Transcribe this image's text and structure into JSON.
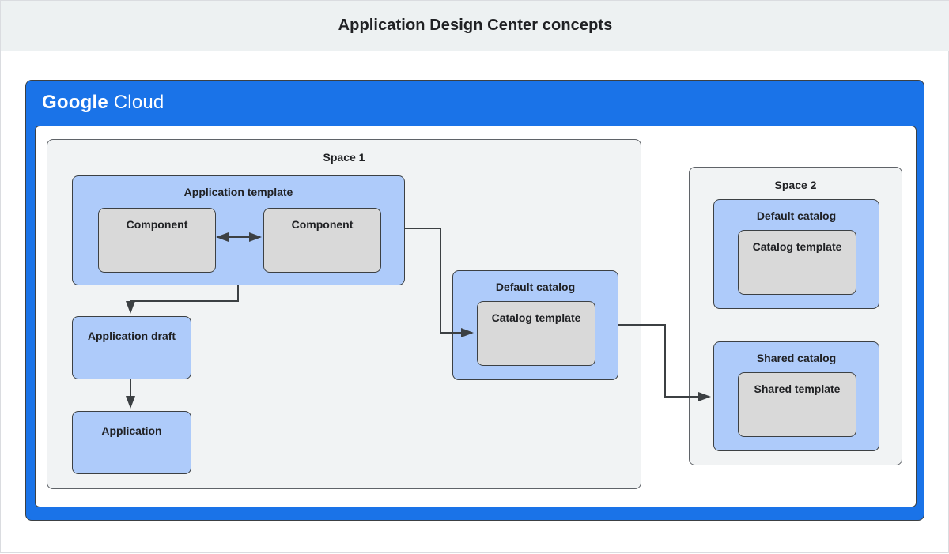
{
  "header": {
    "title": "Application Design Center concepts"
  },
  "cloud": {
    "logo_bold": "Google",
    "logo_light": "Cloud"
  },
  "space1": {
    "label": "Space 1",
    "app_template": {
      "title": "Application template",
      "components": [
        {
          "label": "Component"
        },
        {
          "label": "Component"
        }
      ]
    },
    "app_draft": {
      "label": "Application draft"
    },
    "application": {
      "label": "Application"
    },
    "default_catalog": {
      "title": "Default catalog",
      "template": {
        "label": "Catalog template"
      }
    }
  },
  "space2": {
    "label": "Space 2",
    "default_catalog": {
      "title": "Default catalog",
      "template": {
        "label": "Catalog template"
      }
    },
    "shared_catalog": {
      "title": "Shared catalog",
      "template": {
        "label": "Shared template"
      }
    }
  },
  "colors": {
    "header_bg": "#edf1f2",
    "cloud_blue": "#1a73e8",
    "node_blue": "#aecbfa",
    "node_gray": "#d9d9d9",
    "space_gray": "#f1f3f4",
    "stroke": "#3c4043",
    "text": "#202124"
  },
  "connectors": [
    {
      "name": "component-to-component",
      "type": "bidirectional"
    },
    {
      "name": "app-template-to-app-draft",
      "type": "arrow"
    },
    {
      "name": "app-draft-to-application",
      "type": "arrow"
    },
    {
      "name": "app-template-to-default-catalog-template",
      "type": "arrow"
    },
    {
      "name": "default-catalog-to-shared-catalog",
      "type": "arrow"
    }
  ]
}
